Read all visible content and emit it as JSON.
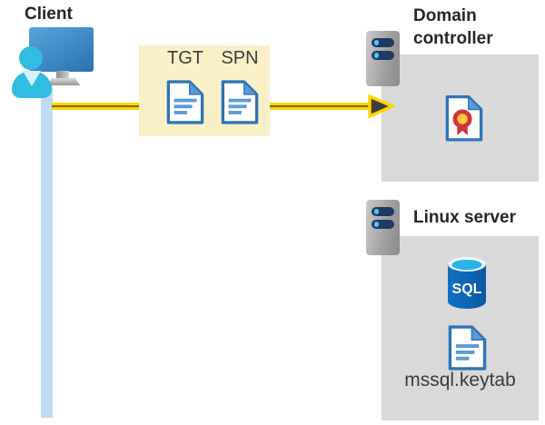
{
  "diagram": {
    "client": {
      "label": "Client"
    },
    "ticket_box": {
      "tgt_label": "TGT",
      "spn_label": "SPN"
    },
    "domain_controller": {
      "label": "Domain controller"
    },
    "linux_server": {
      "label": "Linux server",
      "sql_label": "SQL",
      "keytab_label": "mssql.keytab"
    }
  },
  "colors": {
    "highlight_box": "#FAF0C8",
    "panel_gray": "#D9D9D9",
    "arrow_yellow": "#FFD500",
    "arrow_stripe": "#7A6A08",
    "arrowhead_dark": "#3E3E3E",
    "timeline_blue": "#BFDCF6",
    "doc_border": "#2E75B6",
    "doc_line": "#5B9BD5",
    "sql_body_blue": "#0C60AE",
    "sql_top_cyan": "#2AB3E8",
    "cert_red": "#D13438",
    "cert_gold": "#FFC83D",
    "person_cyan": "#33BCE1",
    "heading_text": "#262626",
    "label_text": "#3C3C3C"
  }
}
